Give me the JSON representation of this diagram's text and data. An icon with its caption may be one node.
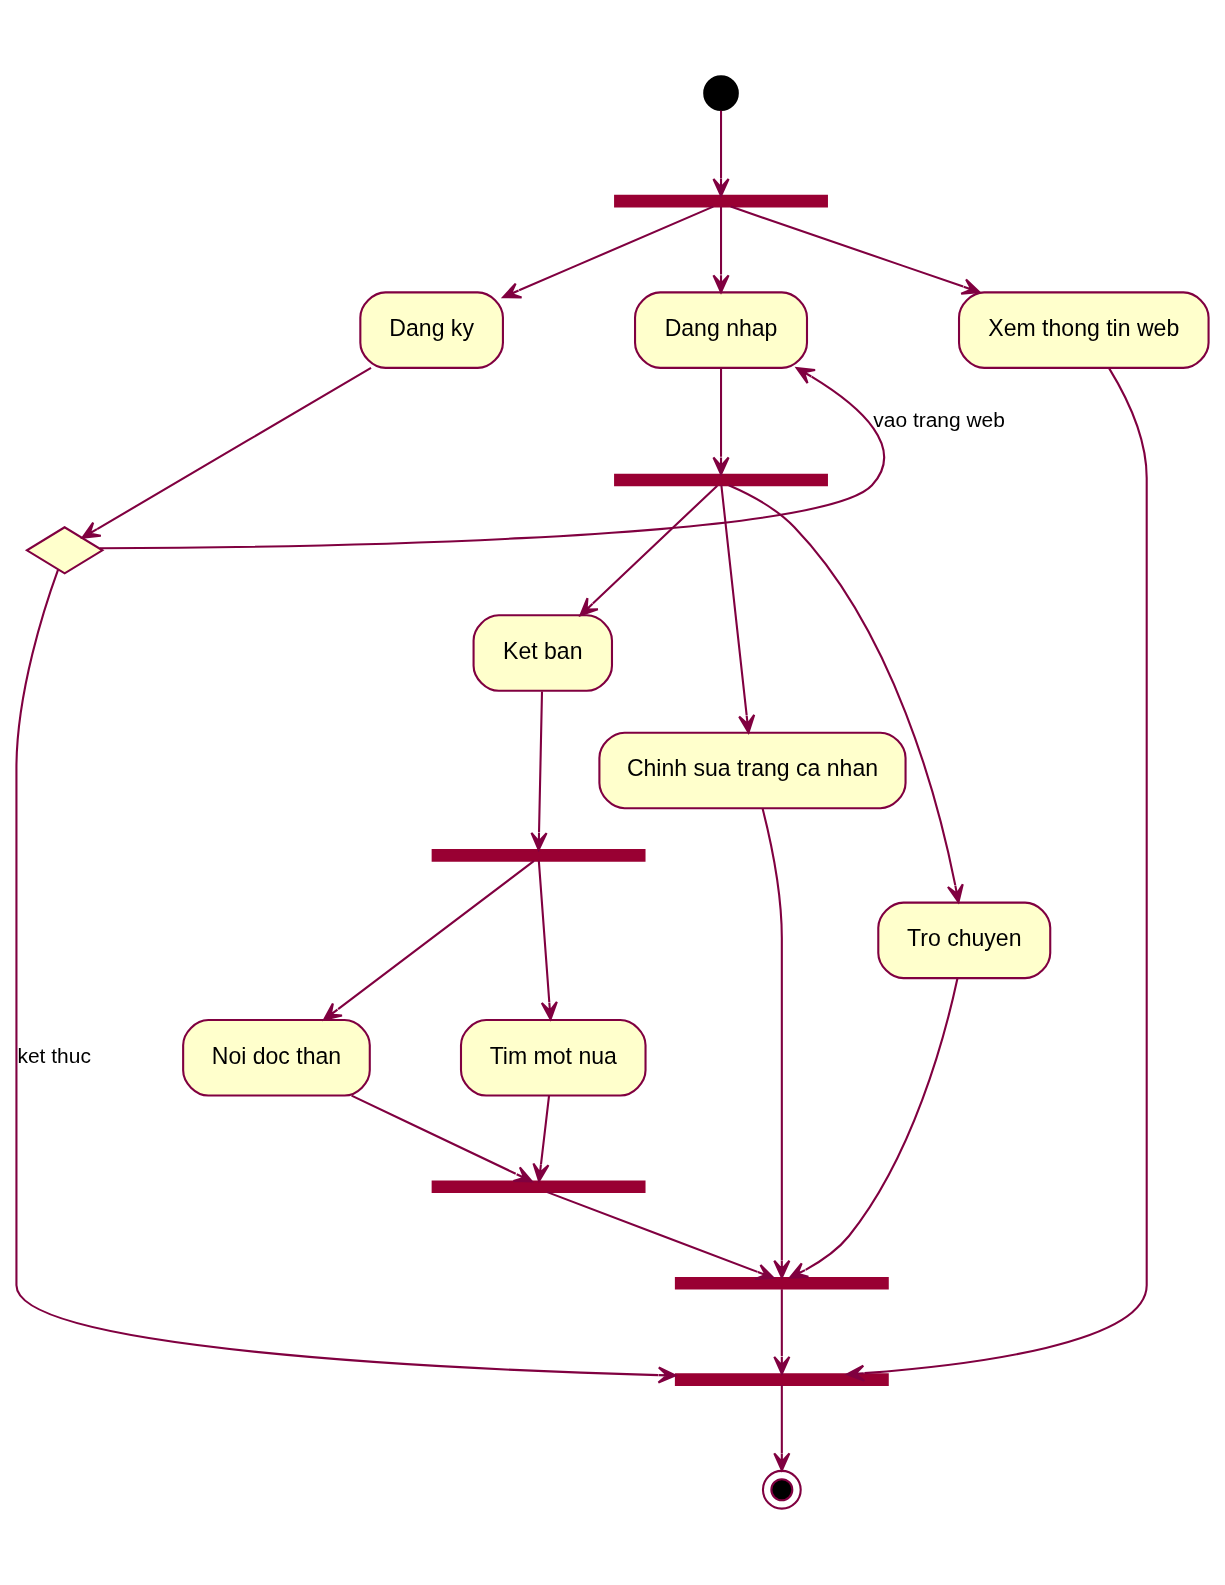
{
  "diagram": {
    "nodes": [
      {
        "text": [],
        "shape": "circle"
      },
      {
        "text": [],
        "shape": "bar"
      },
      {
        "text": [
          "Dang ky"
        ]
      },
      {
        "text": [
          "Dang nhap"
        ]
      },
      {
        "text": [
          "Xem thong tin web"
        ]
      },
      {
        "text": [],
        "shape": "diamond"
      },
      {
        "text": [],
        "shape": "bar"
      },
      {
        "text": [
          "Ket ban"
        ]
      },
      {
        "text": [
          "Chinh sua trang ca nhan"
        ]
      },
      {
        "text": [
          "Tro chuyen"
        ]
      },
      {
        "text": [],
        "shape": "bar"
      },
      {
        "text": [
          "Noi doc than"
        ]
      },
      {
        "text": [
          "Tim mot nua"
        ]
      },
      {
        "text": [],
        "shape": "bar"
      },
      {
        "text": [],
        "shape": "bar"
      },
      {
        "text": [],
        "shape": "bar"
      },
      {
        "text": [],
        "shape": "bullseye"
      }
    ],
    "edges": [
      {
        "from": 0,
        "to": 1,
        "arrow": "to"
      },
      {
        "from": 1,
        "to": 2,
        "arrow": "to"
      },
      {
        "from": 1,
        "to": 3,
        "arrow": "to"
      },
      {
        "from": 1,
        "to": 4,
        "arrow": "to"
      },
      {
        "from": 2,
        "to": 5,
        "arrow": "to"
      },
      {
        "from": 5,
        "to": 3,
        "arrow": "to",
        "label": "vao trang web"
      },
      {
        "from": 5,
        "to": 15,
        "arrow": "to",
        "label": "ket thuc"
      },
      {
        "from": 3,
        "to": 6,
        "arrow": "to"
      },
      {
        "from": 6,
        "to": 7,
        "arrow": "to"
      },
      {
        "from": 6,
        "to": 8,
        "arrow": "to"
      },
      {
        "from": 6,
        "to": 9,
        "arrow": "to"
      },
      {
        "from": 7,
        "to": 10,
        "arrow": "to"
      },
      {
        "from": 10,
        "to": 11,
        "arrow": "to"
      },
      {
        "from": 10,
        "to": 12,
        "arrow": "to"
      },
      {
        "from": 11,
        "to": 13,
        "arrow": "to"
      },
      {
        "from": 12,
        "to": 13,
        "arrow": "to"
      },
      {
        "from": 13,
        "to": 14,
        "arrow": "to"
      },
      {
        "from": 8,
        "to": 14,
        "arrow": "to"
      },
      {
        "from": 9,
        "to": 14,
        "arrow": "to"
      },
      {
        "from": 14,
        "to": 15,
        "arrow": "to"
      },
      {
        "from": 4,
        "to": 15,
        "arrow": "to"
      },
      {
        "from": 15,
        "to": 16,
        "arrow": "to"
      }
    ]
  }
}
